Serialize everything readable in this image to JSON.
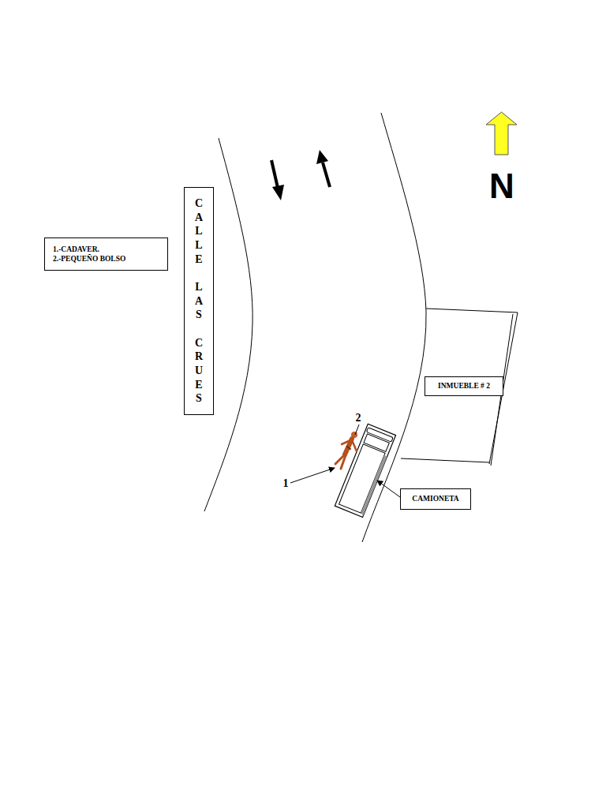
{
  "diagram": {
    "nodes": [
      {
        "text": [
          "1.-CADAVER.",
          "2.-PEQUEÑO BOLSO"
        ]
      },
      {
        "text": [
          "CALLE LAS CRUES"
        ]
      },
      {
        "text": [
          "INMUEBLE # 2"
        ]
      },
      {
        "text": [
          "CAMIONETA"
        ]
      }
    ],
    "labels": [
      "N",
      "1",
      "2"
    ]
  }
}
